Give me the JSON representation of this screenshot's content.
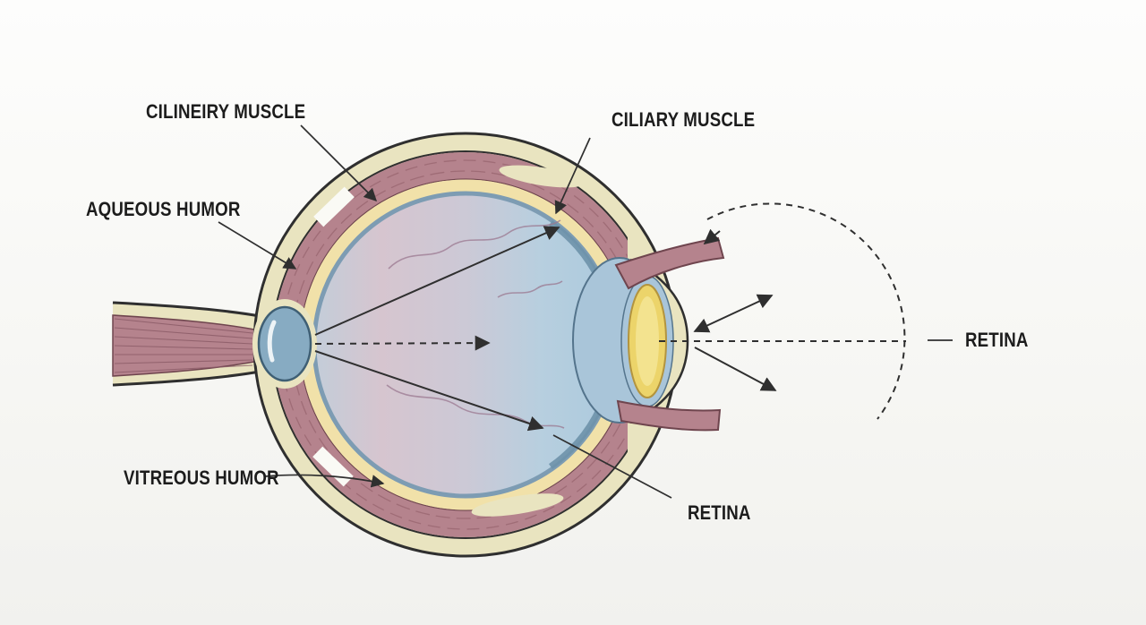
{
  "diagram": {
    "name": "eye-anatomy-diagram",
    "labels": {
      "ciliary_muscle_left": "CILINEIRY MUSCLE",
      "ciliary_muscle_right": "CILIARY MUSCLE",
      "aqueous_humor": "AQUEOUS HUMOR",
      "vitreous_humor": "VITREOUS HUMOR",
      "retina_inner": "RETINA",
      "retina_outer": "RETINA"
    },
    "colors": {
      "background": "#f8f8f5",
      "outline": "#2f2f2f",
      "sclera": "#e9e4c0",
      "muscle": "#b5838d",
      "muscle_dark": "#6f454e",
      "inner_ring": "#f1e1a9",
      "vitreous_pink": "#d6c5cf",
      "vitreous_blue": "#b3cede",
      "anterior_chamber": "#a9c5d9",
      "lens_outer": "#ecd46a",
      "lens_inner": "#f3e38f",
      "lens_left_body": "#87abc2",
      "retina_stroke": "#6e92aa",
      "vessel": "#9b7890",
      "label_text": "#1c1c1c"
    }
  }
}
